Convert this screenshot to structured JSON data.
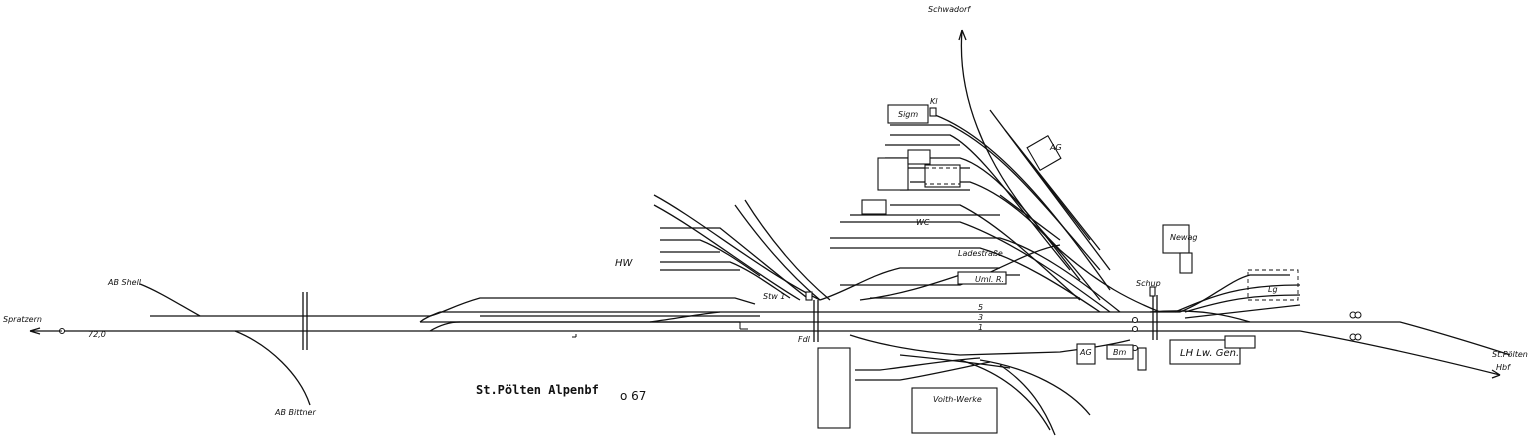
{
  "title": "St.Pölten Alpenbf",
  "code": "o 67",
  "labels": {
    "spratzern": "Spratzern",
    "ab_shell": "AB Shell",
    "ab_bittner": "AB Bittner",
    "km": "72,0",
    "hw": "HW",
    "stw1": "Stw 1",
    "fdl": "Fdl",
    "schwadorf": "Schwadorf",
    "sigm": "Sigm",
    "kl": "Kl",
    "ag_top": "AG",
    "wc": "WC",
    "ladestrasse": "Ladestraße",
    "uml_r": "Uml. R.",
    "track_5": "5",
    "track_3": "3",
    "track_1": "1",
    "schup": "Schup",
    "newag": "Newag",
    "lg": "Lg",
    "ag_bottom": "AG",
    "bm": "Bm",
    "lh_lw_gen": "LH Lw. Gen.",
    "voith_werke": "Voith-Werke",
    "st_poelten_hbf_1": "St.Pölten",
    "st_poelten_hbf_2": "Hbf"
  }
}
